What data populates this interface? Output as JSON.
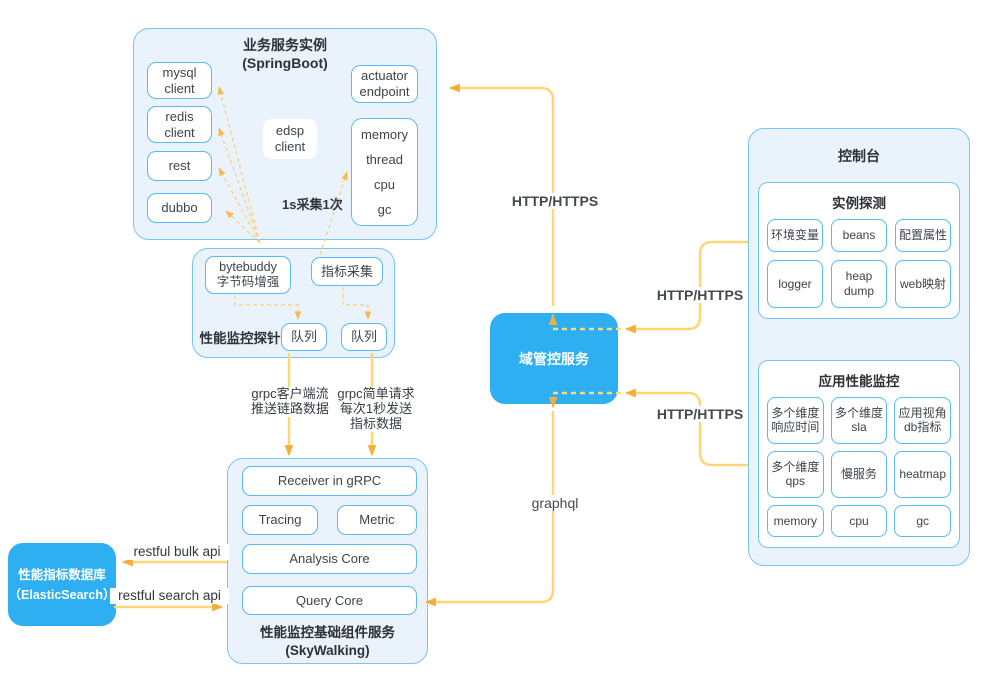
{
  "springboot": {
    "title": "业务服务实例\n(SpringBoot)",
    "clients": [
      "mysql\nclient",
      "redis\nclient",
      "rest",
      "dubbo"
    ],
    "edsp": "edsp\nclient",
    "actuator": "actuator\nendpoint",
    "metrics": [
      "memory",
      "thread",
      "cpu",
      "gc"
    ],
    "sample_note": "1s采集1次"
  },
  "probe": {
    "label": "性能监控探针",
    "bytebuddy": "bytebuddy\n字节码增强",
    "collector": "指标采集",
    "queues": [
      "队列",
      "队列"
    ]
  },
  "domain_service": {
    "label": "域管控服务"
  },
  "console": {
    "title": "控制台",
    "instance_probe": {
      "title": "实例探测",
      "items": [
        "环境变量",
        "beans",
        "配置属性",
        "logger",
        "heap\ndump",
        "web映射"
      ]
    },
    "apm": {
      "title": "应用性能监控",
      "items": [
        "多个维度\n响应时间",
        "多个维度\nsla",
        "应用视角\ndb指标",
        "多个维度\nqps",
        "慢服务",
        "heatmap",
        "memory",
        "cpu",
        "gc"
      ]
    }
  },
  "skywalking": {
    "title": "性能监控基础组件服务\n(SkyWalking)",
    "modules": [
      "Receiver in gRPC",
      "Tracing",
      "Metric",
      "Analysis Core",
      "Query Core"
    ]
  },
  "elasticsearch": {
    "label": "性能指标数据库\n（ElasticSearch）"
  },
  "edges": {
    "http_top": "HTTP/HTTPS",
    "http_instance": "HTTP/HTTPS",
    "http_apm": "HTTP/HTTPS",
    "graphql": "graphql",
    "restful_bulk": "restful bulk api",
    "restful_search": "restful search api",
    "grpc_stream": "grpc客户端流\n推送链路数据",
    "grpc_metric": "grpc简单请求\n每次1秒发送\n指标数据"
  },
  "colors": {
    "accent_blue": "#2EAFF2",
    "panel_fill": "#EAF2FC",
    "panel_border": "#74C6F5",
    "box_border": "#58B9F3",
    "line": "#FFD676",
    "arrowhead": "#F2AE3B"
  }
}
